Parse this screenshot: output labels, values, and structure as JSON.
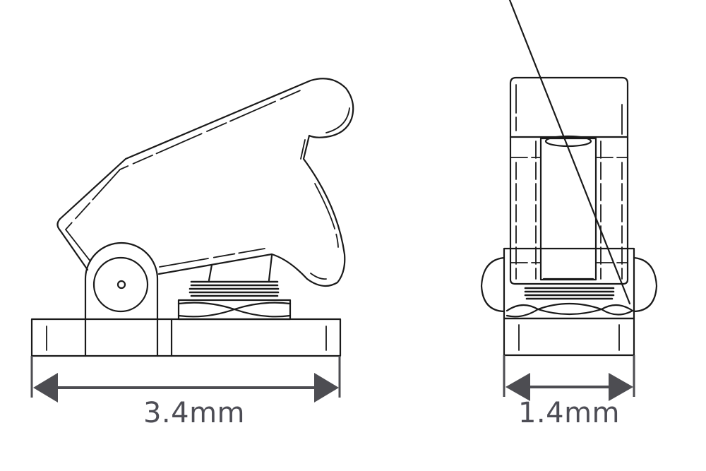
{
  "diagram": {
    "subject": "Toggle switch safety cover (side and front views)",
    "views": [
      {
        "name": "side-view",
        "dimension_label": "3.4mm"
      },
      {
        "name": "front-view",
        "dimension_label": "1.4mm"
      }
    ]
  },
  "colors": {
    "line": "#1a1a1a",
    "dimension": "#4d4d52",
    "background": "#ffffff"
  }
}
